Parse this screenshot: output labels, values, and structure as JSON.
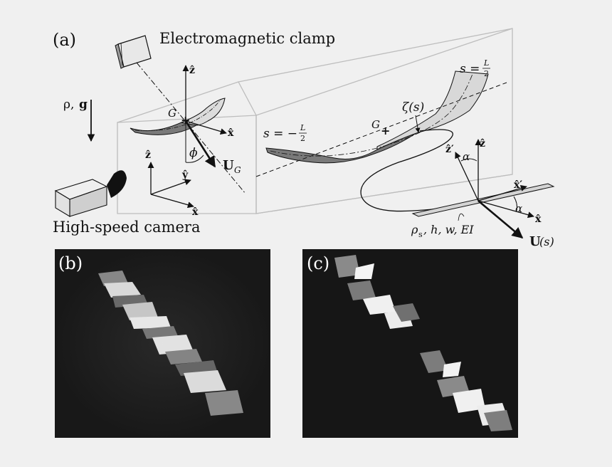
{
  "panel_a": {
    "label": "(a)",
    "clamp_label": "Electromagnetic clamp",
    "camera_label": "High-speed camera",
    "fluid_label_rho": "ρ,",
    "fluid_label_g": "g",
    "G_left": "G",
    "phi": "ϕ",
    "U_G": "U",
    "U_G_sub": "G",
    "z_hat_top": "ẑ",
    "x_hat_left": "x̂",
    "z_hat_axis": "ẑ",
    "y_hat_axis": "ŷ",
    "x_hat_axis": "x̂",
    "s_plus": "s =",
    "s_plus_frac_num": "L",
    "s_plus_frac_den": "2",
    "s_minus": "s = −",
    "s_minus_frac_num": "L",
    "s_minus_frac_den": "2",
    "zeta": "ζ(s)",
    "G_right": "G",
    "z_prime": "ẑ′",
    "alpha_top": "α",
    "z_hat_right": "ẑ",
    "x_prime": "x̂′",
    "alpha_bottom": "α",
    "x_hat_right": "x̂",
    "params": "ρ",
    "params_sub": "s",
    "params_rest": ", h, w, EI",
    "U_s": "U",
    "U_s_arg": "(s)"
  },
  "panel_b": {
    "label": "(b)"
  },
  "panel_c": {
    "label": "(c)"
  },
  "colors": {
    "background": "#f0f0f0",
    "photo_bg": "#1a1a1a",
    "ribbon_dark": "#7a7a7a",
    "ribbon_light": "#d8d8d8",
    "box_outline": "#bdbdbd"
  }
}
